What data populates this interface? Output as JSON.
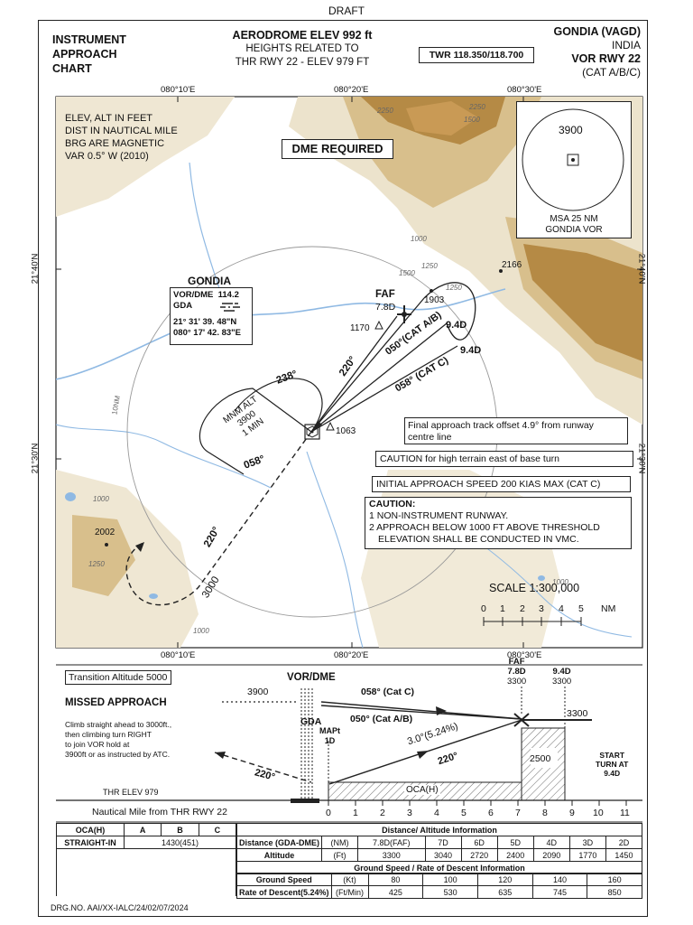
{
  "draft": "DRAFT",
  "header": {
    "chart_title": [
      "INSTRUMENT",
      "APPROACH",
      "CHART"
    ],
    "aerodrome_elev": "AERODROME ELEV 992 ft",
    "heights_line1": "HEIGHTS RELATED TO",
    "heights_line2": "THR RWY 22 - ELEV 979 FT",
    "twr": "TWR 118.350/118.700",
    "airport": "GONDIA (VAGD)",
    "country": "INDIA",
    "procedure": "VOR  RWY 22",
    "category": "(CAT A/B/C)"
  },
  "grid": {
    "lon_labels": [
      "080°10'E",
      "080°20'E",
      "080°30'E"
    ],
    "lat_labels": [
      "21°40'N",
      "21°30'N"
    ]
  },
  "notes": [
    "ELEV,  ALT IN FEET",
    "DIST IN NAUTICAL MILE",
    "BRG ARE MAGNETIC",
    "VAR 0.5° W (2010)"
  ],
  "dme_required": "DME REQUIRED",
  "msa": {
    "altitude": "3900",
    "label1": "MSA 25 NM",
    "label2": "GONDIA VOR"
  },
  "vor_box": {
    "name": "GONDIA",
    "type": "VOR/DME",
    "freq": "114.2",
    "ident": "GDA",
    "lat": "21° 31' 39. 48\"N",
    "lon": "080° 17' 42. 83\"E"
  },
  "plan_labels": {
    "faf": "FAF",
    "faf_dist": "7.8D",
    "d94": "9.4D",
    "d94b": "9.4D",
    "crs_cat_ab": "050°(CAT A/B)",
    "crs_cat_c": "058° (CAT C)",
    "crs_220": "220°",
    "crs_238": "238°",
    "crs_058": "058°",
    "crs_220_missed": "220°",
    "alt_3000": "3000",
    "holding1": "MNM ALT",
    "holding2": "3900",
    "holding3": "1 MIN",
    "dist_10nm": "10NM"
  },
  "elevations": {
    "e1903": "1903",
    "e2166": "2166",
    "e1170": "1170",
    "e1063": "1063",
    "e2002": "2002",
    "c2250a": "2250",
    "c2250b": "2250",
    "c1500a": "1500",
    "c1500b": "1500",
    "c1250a": "1250",
    "c1250b": "1250",
    "c1250c": "1250",
    "c1000a": "1000",
    "c1000b": "1000",
    "c1000c": "1000",
    "c1000d": "1000"
  },
  "remarks": {
    "offset1": "Final approach track offset 4.9° from runway",
    "offset2": "centre line",
    "terrain": "CAUTION for high terrain east of base turn",
    "speed": "INITIAL APPROACH SPEED 200 KIAS MAX (CAT C)",
    "caution_title": "CAUTION:",
    "caution1": "1 NON-INSTRUMENT RUNWAY.",
    "caution2": "2 APPROACH BELOW 1000 FT ABOVE THRESHOLD",
    "caution3": "ELEVATION SHALL BE CONDUCTED IN VMC."
  },
  "scale": {
    "label": "SCALE 1:300,000",
    "ticks": [
      "0",
      "1",
      "2",
      "3",
      "4",
      "5"
    ],
    "unit": "NM"
  },
  "profile": {
    "transition_alt": "Transition Altitude 5000",
    "missed_title": "MISSED APPROACH",
    "missed_text": [
      "Climb straight ahead to 3000ft.,",
      "then climbing turn RIGHT",
      "to join VOR hold at",
      "3900ft or as instructed by ATC."
    ],
    "vor_dme": "VOR/DME",
    "alt_3900": "3900",
    "crs_058_cat_c": "058° (Cat C)",
    "crs_050_cat_ab": "050° (Cat  A/B)",
    "gda": "GDA",
    "mapt": "MAPt",
    "mapt_dist": "1D",
    "glide": "3.0°(5.24%)",
    "crs_220_final": "220°",
    "crs_220_missed": "220°",
    "faf": "FAF",
    "faf_dist": "7.8D",
    "faf_alt": "3300",
    "d94": "9.4D",
    "d94_alt": "3300",
    "alt_3300": "3300",
    "alt_2500": "2500",
    "start_turn": [
      "START",
      "TURN AT",
      "9.4D"
    ],
    "oca": "OCA(H)",
    "thr_elev": "THR ELEV 979",
    "nm_label": "Nautical Mile from THR RWY 22",
    "nm_ticks": [
      "0",
      "1",
      "2",
      "3",
      "4",
      "5",
      "6",
      "7",
      "8",
      "9",
      "10",
      "11"
    ]
  },
  "oca_table": {
    "headers": [
      "OCA(H)",
      "A",
      "B",
      "C"
    ],
    "row_label": "STRAIGHT-IN",
    "value": "1430(451)"
  },
  "dist_table": {
    "title": "Distance/ Altitude Information",
    "dist_label": "Distance (GDA-DME)",
    "dist_unit": "(NM)",
    "distances": [
      "7.8D(FAF)",
      "7D",
      "6D",
      "5D",
      "4D",
      "3D",
      "2D"
    ],
    "alt_label": "Altitude",
    "alt_unit": "(Ft)",
    "altitudes": [
      "3300",
      "3040",
      "2720",
      "2400",
      "2090",
      "1770",
      "1450"
    ],
    "rod_title": "Ground Speed / Rate of Descent Information",
    "gs_label": "Ground Speed",
    "gs_unit": "(Kt)",
    "speeds": [
      "80",
      "100",
      "120",
      "140",
      "160"
    ],
    "rod_label": "Rate of Descent(5.24%)",
    "rod_unit": "(Ft/Min)",
    "rates": [
      "425",
      "530",
      "635",
      "745",
      "850"
    ]
  },
  "footer": "DRG.NO. AAI/XX-IALC/24/02/07/2024",
  "colors": {
    "terrain_dark": "#b58a45",
    "terrain_mid": "#d8bf8c",
    "terrain_light": "#ece3cc",
    "water": "#8fb9e3",
    "hatch": "#444444"
  }
}
